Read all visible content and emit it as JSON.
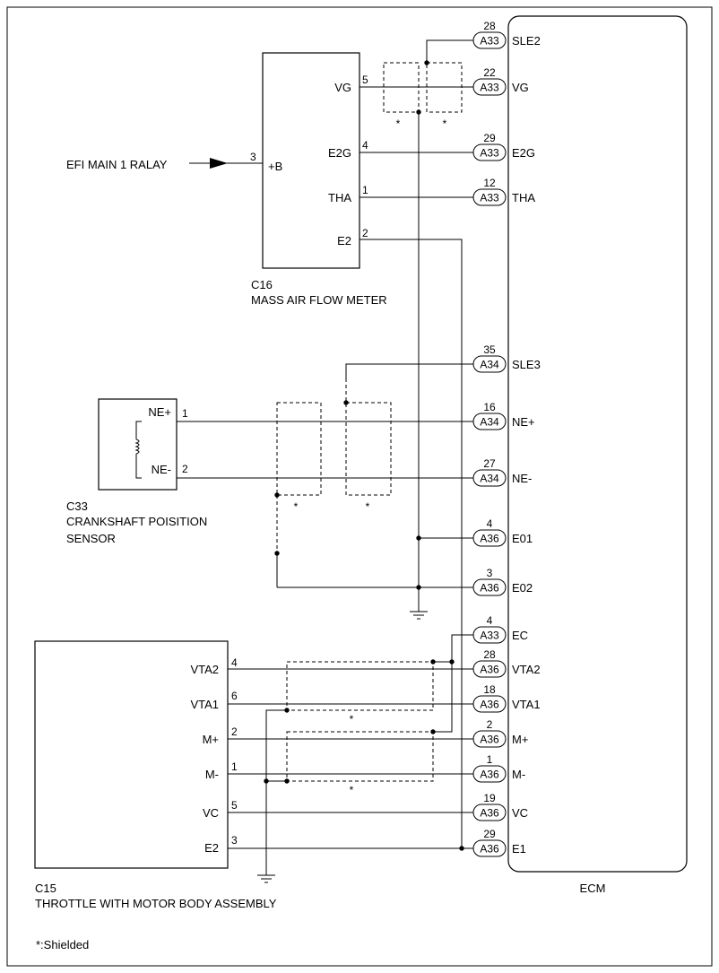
{
  "ecm": {
    "label": "ECM"
  },
  "components": {
    "maf": {
      "code": "C16",
      "name": "MASS AIR FLOW METER"
    },
    "ckp": {
      "code": "C33",
      "name_line1": "CRANKSHAFT POISITION",
      "name_line2": "SENSOR"
    },
    "throttle": {
      "code": "C15",
      "name": "THROTTLE WITH MOTOR BODY ASSEMBLY"
    }
  },
  "relay": {
    "label": "EFI MAIN 1 RALAY",
    "pin": "3",
    "terminal": "+B"
  },
  "maf_pins": [
    {
      "terminal": "VG",
      "pin": "5"
    },
    {
      "terminal": "E2G",
      "pin": "4"
    },
    {
      "terminal": "THA",
      "pin": "1"
    },
    {
      "terminal": "E2",
      "pin": "2"
    }
  ],
  "ckp_pins": [
    {
      "terminal": "NE+",
      "pin": "1"
    },
    {
      "terminal": "NE-",
      "pin": "2"
    }
  ],
  "throttle_pins": [
    {
      "terminal": "VTA2",
      "pin": "4"
    },
    {
      "terminal": "VTA1",
      "pin": "6"
    },
    {
      "terminal": "M+",
      "pin": "2"
    },
    {
      "terminal": "M-",
      "pin": "1"
    },
    {
      "terminal": "VC",
      "pin": "5"
    },
    {
      "terminal": "E2",
      "pin": "3"
    }
  ],
  "ecm_terminals": [
    {
      "pin": "28",
      "connector": "A33",
      "terminal": "SLE2"
    },
    {
      "pin": "22",
      "connector": "A33",
      "terminal": "VG"
    },
    {
      "pin": "29",
      "connector": "A33",
      "terminal": "E2G"
    },
    {
      "pin": "12",
      "connector": "A33",
      "terminal": "THA"
    },
    {
      "pin": "35",
      "connector": "A34",
      "terminal": "SLE3"
    },
    {
      "pin": "16",
      "connector": "A34",
      "terminal": "NE+"
    },
    {
      "pin": "27",
      "connector": "A34",
      "terminal": "NE-"
    },
    {
      "pin": "4",
      "connector": "A36",
      "terminal": "E01"
    },
    {
      "pin": "3",
      "connector": "A36",
      "terminal": "E02"
    },
    {
      "pin": "4",
      "connector": "A33",
      "terminal": "EC"
    },
    {
      "pin": "28",
      "connector": "A36",
      "terminal": "VTA2"
    },
    {
      "pin": "18",
      "connector": "A36",
      "terminal": "VTA1"
    },
    {
      "pin": "2",
      "connector": "A36",
      "terminal": "M+"
    },
    {
      "pin": "1",
      "connector": "A36",
      "terminal": "M-"
    },
    {
      "pin": "19",
      "connector": "A36",
      "terminal": "VC"
    },
    {
      "pin": "29",
      "connector": "A36",
      "terminal": "E1"
    }
  ],
  "shield_mark": "*",
  "footnote": "*:Shielded"
}
